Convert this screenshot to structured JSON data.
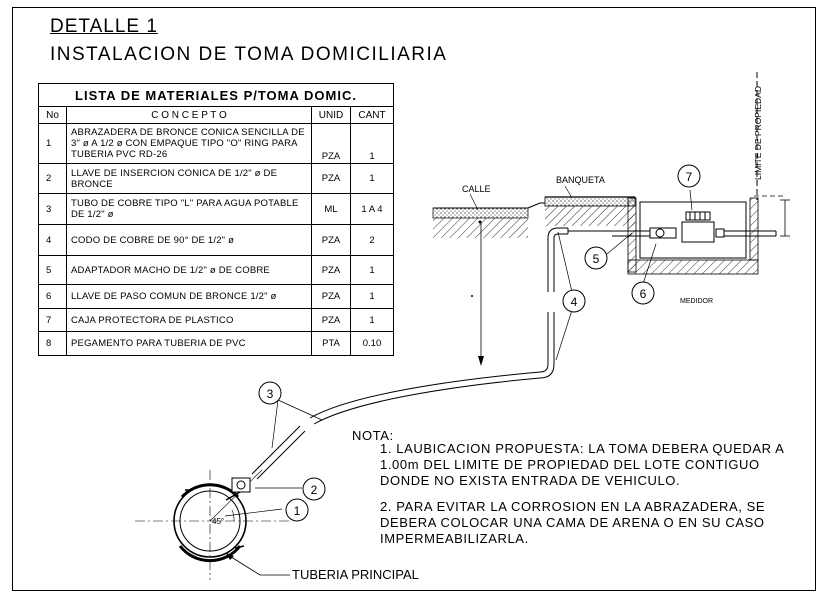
{
  "header": {
    "title": "DETALLE 1",
    "subtitle": "INSTALACION DE TOMA DOMICILIARIA"
  },
  "materials": {
    "caption": "LISTA DE MATERIALES P/TOMA DOMIC.",
    "headers": {
      "no": "No",
      "concepto": "C O N C E P T O",
      "unid": "UNID",
      "cant": "CANT"
    },
    "rows": [
      {
        "no": "1",
        "concepto": "ABRAZADERA DE BRONCE CONICA SENCILLA DE 3\" ø A 1/2 ø CON EMPAQUE TIPO \"O\" RING PARA TUBERIA PVC RD-26",
        "unid": "PZA",
        "cant": "1"
      },
      {
        "no": "2",
        "concepto": "LLAVE DE INSERCION CONICA DE 1/2\" ø DE BRONCE",
        "unid": "PZA",
        "cant": "1"
      },
      {
        "no": "3",
        "concepto": "TUBO DE COBRE TIPO \"L\" PARA AGUA POTABLE DE 1/2\" ø",
        "unid": "ML",
        "cant": "1 A 4"
      },
      {
        "no": "4",
        "concepto": "CODO DE COBRE DE 90° DE 1/2\" ø",
        "unid": "PZA",
        "cant": "2"
      },
      {
        "no": "5",
        "concepto": "ADAPTADOR MACHO DE 1/2\" ø DE COBRE",
        "unid": "PZA",
        "cant": "1"
      },
      {
        "no": "6",
        "concepto": "LLAVE DE PASO COMUN DE BRONCE 1/2\" ø",
        "unid": "PZA",
        "cant": "1"
      },
      {
        "no": "7",
        "concepto": "CAJA PROTECTORA DE PLASTICO",
        "unid": "PZA",
        "cant": "1"
      },
      {
        "no": "8",
        "concepto": "PEGAMENTO PARA TUBERIA DE PVC",
        "unid": "PTA",
        "cant": "0.10"
      }
    ]
  },
  "labels": {
    "calle": "CALLE",
    "banqueta": "BANQUETA",
    "limite": "LIMITE DE PROPIEDAD",
    "medidor": "MEDIDOR",
    "tuberia": "TUBERIA PRINCIPAL",
    "angle": "45°"
  },
  "callouts": [
    "1",
    "2",
    "3",
    "4",
    "5",
    "6",
    "7"
  ],
  "notes": {
    "heading": "NOTA:",
    "items": [
      "1.  LAUBICACION PROPUESTA: LA TOMA DEBERA QUEDAR A 1.00m DEL LIMITE DE PROPIEDAD DEL LOTE CONTIGUO DONDE NO EXISTA ENTRADA DE VEHICULO.",
      "2.  PARA EVITAR LA CORROSION EN LA ABRAZADERA, SE DEBERA COLOCAR UNA CAMA DE ARENA O EN SU CASO IMPERMEABILIZARLA."
    ]
  }
}
